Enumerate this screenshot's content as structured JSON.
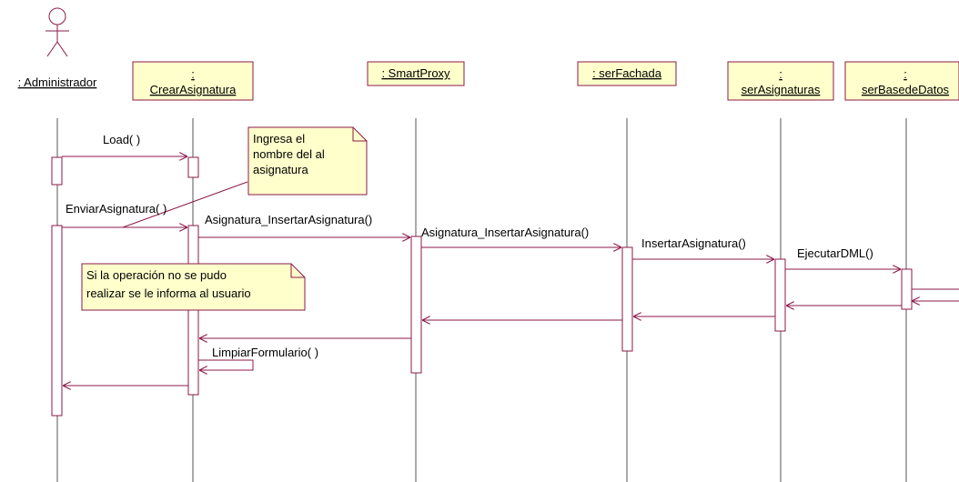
{
  "actor": {
    "label": ": Administrador"
  },
  "objects": [
    {
      "line1": ":",
      "line2": "CrearAsignatura"
    },
    {
      "line1": ": SmartProxy",
      "line2": ""
    },
    {
      "line1": ": serFachada",
      "line2": ""
    },
    {
      "line1": ":",
      "line2": "serAsignaturas"
    },
    {
      "line1": ":",
      "line2": "serBasedeDatos"
    }
  ],
  "messages": [
    {
      "label": "Load( )"
    },
    {
      "label": "EnviarAsignatura( )"
    },
    {
      "label": "Asignatura_InsertarAsignatura()"
    },
    {
      "label": "Asignatura_InsertarAsignatura()"
    },
    {
      "label": "InsertarAsignatura()"
    },
    {
      "label": "EjecutarDML()"
    },
    {
      "label": "LimpiarFormulario( )"
    }
  ],
  "notes": [
    {
      "lines": [
        "Ingresa el",
        "nombre del al",
        "asignatura"
      ]
    },
    {
      "lines": [
        "Si la operación no se pudo",
        "realizar se le informa al usuario"
      ]
    }
  ],
  "colors": {
    "line": "#8b1a4a",
    "box_fill": "#ffffcc",
    "box_border": "#8b1a4a",
    "lifeline": "#555555"
  }
}
